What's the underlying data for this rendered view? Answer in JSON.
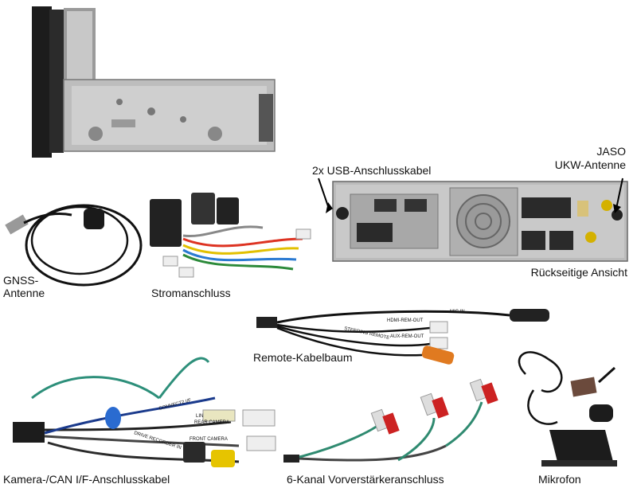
{
  "labels": {
    "usb": "2x USB-Anschlusskabel",
    "jaso_line1": "JASO",
    "jaso_line2": "UKW-Antenne",
    "rear_view": "Rückseitige Ansicht",
    "gnss_line1": "GNSS-",
    "gnss_line2": "Antenne",
    "power": "Stromanschluss",
    "remote": "Remote-Kabelbaum",
    "camera_can": "Kamera-/CAN I/F-Anschlusskabel",
    "preamp": "6-Kanal Vorverstärkeranschluss",
    "mic": "Mikrofon"
  },
  "cable_tags": {
    "mic_in": "MIC IN",
    "hdmi_rem_out": "HDMI-REM-OUT",
    "aux_rem_out": "AUX-REM-OUT",
    "steering_remote": "STEERING REMOTE",
    "connect2": "CONNECT2 I/F",
    "lin": "LIN",
    "rear_camera": "REAR CAMERA",
    "front_camera": "FRONT CAMERA",
    "drive_recorder": "DRIVE RECORDER IN"
  }
}
